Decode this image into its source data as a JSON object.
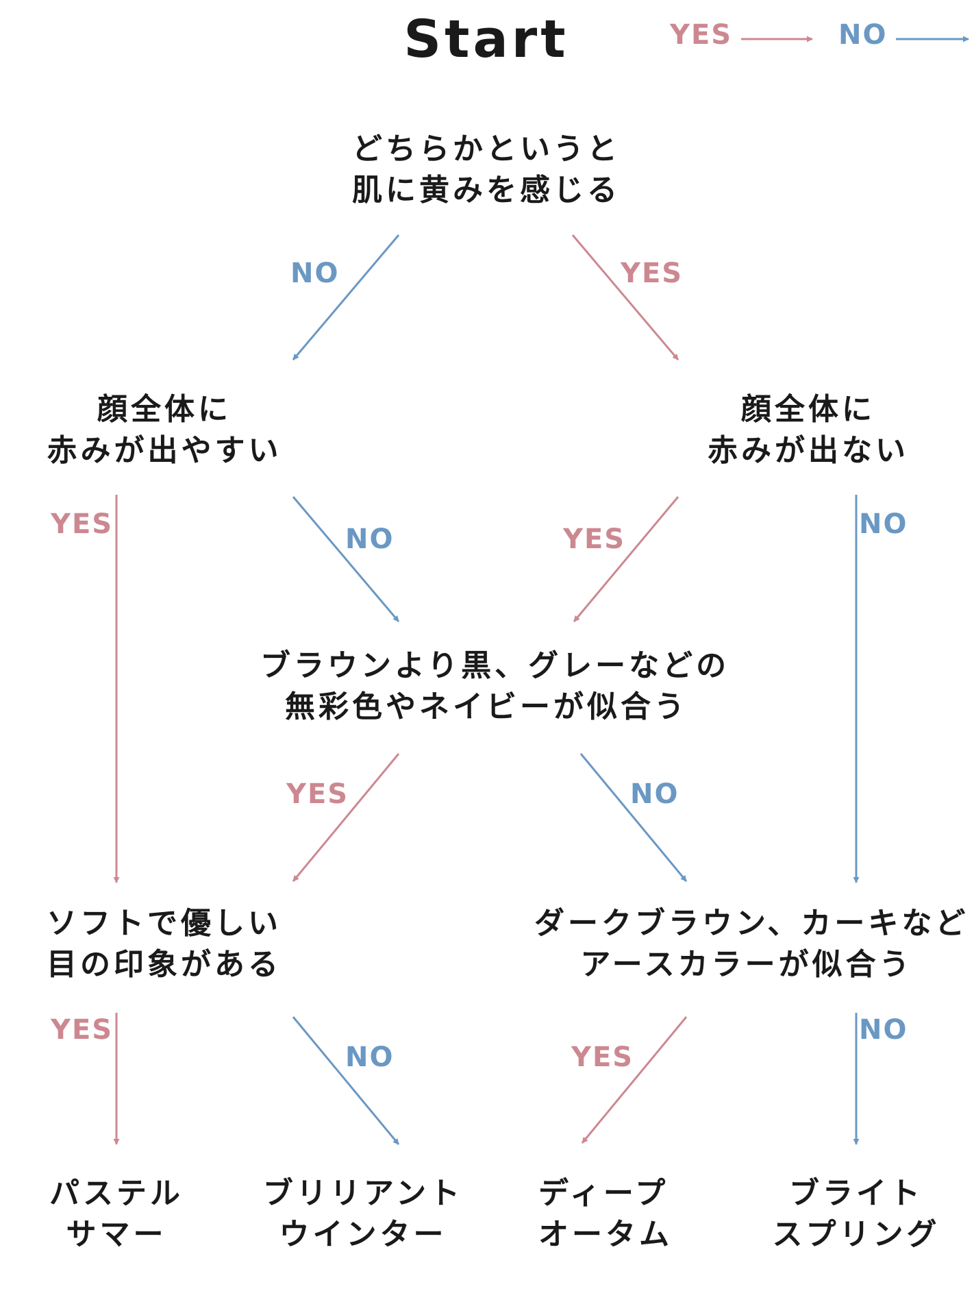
{
  "title": "Start",
  "legend": {
    "yes_label": "YES",
    "no_label": "NO",
    "yes_color": "#cc8891",
    "no_color": "#6a98c3"
  },
  "nodes": {
    "q1": [
      "どちらかというと",
      "肌に黄みを感じる"
    ],
    "q2a": [
      "顔全体に",
      "赤みが出やすい"
    ],
    "q2b": [
      "顔全体に",
      "赤みが出ない"
    ],
    "q3": [
      "ブラウンより黒、グレーなどの",
      "無彩色やネイビーが似合う"
    ],
    "q4a": [
      "ソフトで優しい",
      "目の印象がある"
    ],
    "q4b": [
      "ダークブラウン、カーキなど",
      "アースカラーが似合う"
    ],
    "r1": [
      "パステル",
      "サマー"
    ],
    "r2": [
      "ブリリアント",
      "ウインター"
    ],
    "r3": [
      "ディープ",
      "オータム"
    ],
    "r4": [
      "ブライト",
      "スプリング"
    ]
  },
  "edges": {
    "yes": "YES",
    "no": "NO"
  }
}
